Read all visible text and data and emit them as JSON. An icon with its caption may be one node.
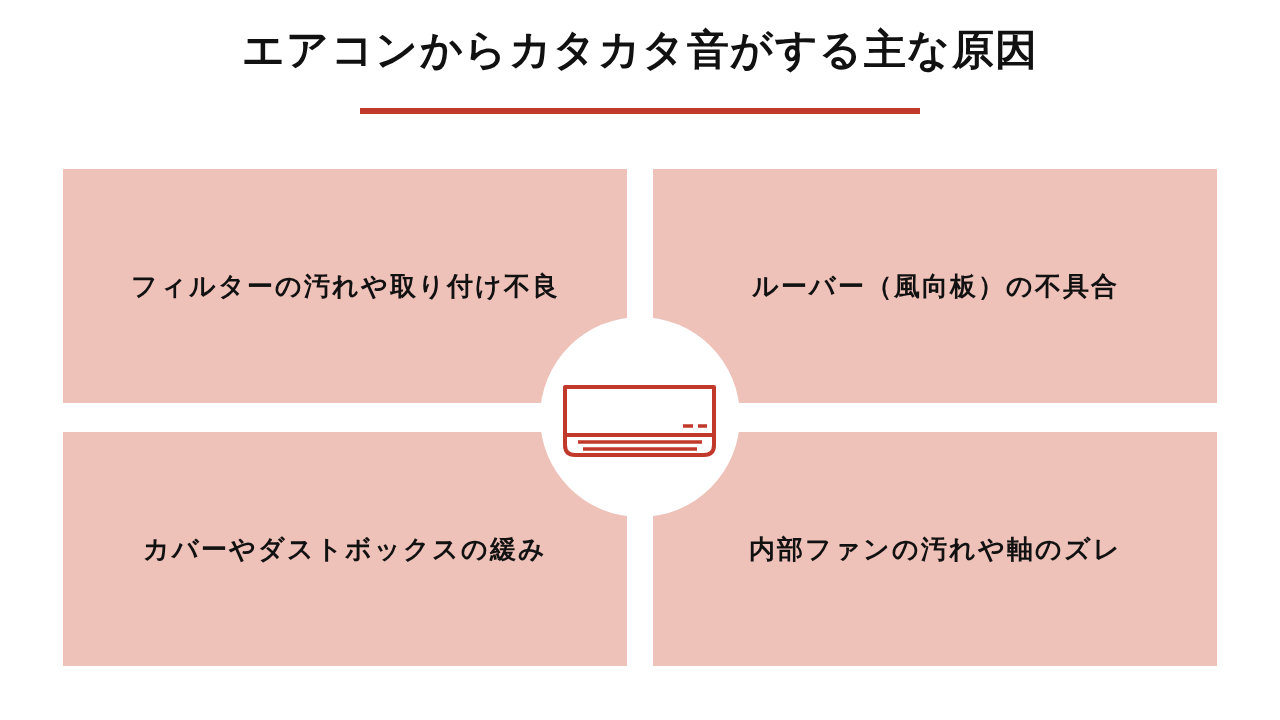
{
  "diagram": {
    "title": "エアコンからカタカタ音がする主な原因",
    "nodes": [
      {
        "text": [
          "フィルターの汚れや取り付け不良"
        ]
      },
      {
        "text": [
          "ルーバー（風向板）の不具合"
        ]
      },
      {
        "text": [
          "カバーやダストボックスの緩み"
        ]
      },
      {
        "text": [
          "内部ファンの汚れや軸のズレ"
        ]
      }
    ]
  }
}
